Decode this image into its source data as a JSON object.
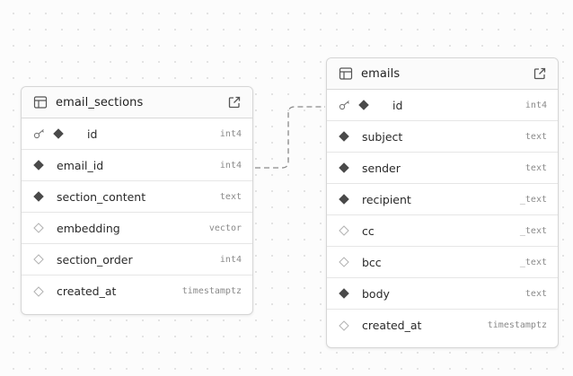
{
  "tables": [
    {
      "name": "email_sections",
      "columns": [
        {
          "name": "id",
          "type": "int4",
          "primary_key": true,
          "nullable": false
        },
        {
          "name": "email_id",
          "type": "int4",
          "primary_key": false,
          "nullable": false
        },
        {
          "name": "section_content",
          "type": "text",
          "primary_key": false,
          "nullable": false
        },
        {
          "name": "embedding",
          "type": "vector",
          "primary_key": false,
          "nullable": true
        },
        {
          "name": "section_order",
          "type": "int4",
          "primary_key": false,
          "nullable": true
        },
        {
          "name": "created_at",
          "type": "timestamptz",
          "primary_key": false,
          "nullable": true
        }
      ]
    },
    {
      "name": "emails",
      "columns": [
        {
          "name": "id",
          "type": "int4",
          "primary_key": true,
          "nullable": false
        },
        {
          "name": "subject",
          "type": "text",
          "primary_key": false,
          "nullable": false
        },
        {
          "name": "sender",
          "type": "text",
          "primary_key": false,
          "nullable": false
        },
        {
          "name": "recipient",
          "type": "_text",
          "primary_key": false,
          "nullable": false
        },
        {
          "name": "cc",
          "type": "_text",
          "primary_key": false,
          "nullable": true
        },
        {
          "name": "bcc",
          "type": "_text",
          "primary_key": false,
          "nullable": true
        },
        {
          "name": "body",
          "type": "text",
          "primary_key": false,
          "nullable": false
        },
        {
          "name": "created_at",
          "type": "timestamptz",
          "primary_key": false,
          "nullable": true
        }
      ]
    }
  ],
  "relationships": [
    {
      "from_table": "email_sections",
      "from_column": "email_id",
      "to_table": "emails",
      "to_column": "id"
    }
  ],
  "colors": {
    "required_diamond": "#4a4a4a",
    "nullable_diamond": "#b5b5b5",
    "connector": "#8a8a8a"
  }
}
